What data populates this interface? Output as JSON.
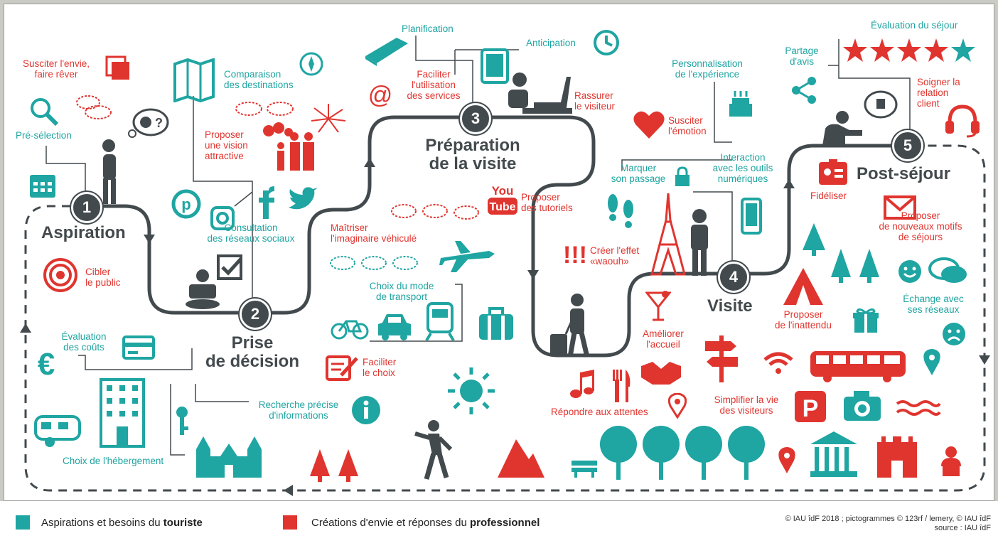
{
  "steps": [
    {
      "n": "1",
      "title": "Aspiration"
    },
    {
      "n": "2",
      "title": "Prise\nde décision"
    },
    {
      "n": "3",
      "title": "Préparation\nde la visite"
    },
    {
      "n": "4",
      "title": "Visite"
    },
    {
      "n": "5",
      "title": "Post-séjour"
    }
  ],
  "labels": {
    "susciter_envie": "Susciter l'envie,\nfaire rêver",
    "pre_selection": "Pré-sélection",
    "comparaison": "Comparaison\ndes destinations",
    "vision": "Proposer\nune vision\nattractive",
    "consultation": "Consultation\ndes réseaux sociaux",
    "cibler": "Cibler\nle public",
    "evaluation_couts": "Évaluation\ndes coûts",
    "choix_hebergement": "Choix de l'hébergement",
    "recherche": "Recherche précise\nd'informations",
    "faciliter_choix": "Faciliter\nle choix",
    "choix_transport": "Choix du mode\nde transport",
    "maitriser": "Maîtriser\nl'imaginaire véhiculé",
    "planification": "Planification",
    "anticipation": "Anticipation",
    "faciliter_services": "Faciliter\nl'utilisation\ndes services",
    "rassurer": "Rassurer\nle visiteur",
    "tutoriels": "Proposer\ndes tutoriels",
    "personnalisation": "Personnalisation\nde l'expérience",
    "susciter_emotion": "Susciter\nl'émotion",
    "marquer": "Marquer\nson passage",
    "interaction": "Interaction\navec les outils\nnumériques",
    "waouh": "Créer l'effet\n«waouh»",
    "ameliorer": "Améliorer\nl'accueil",
    "repondre": "Répondre aux attentes",
    "simplifier": "Simplifier la vie\ndes visiteurs",
    "evaluation_sejour": "Évaluation du séjour",
    "partage": "Partage\nd'avis",
    "soigner": "Soigner la\nrelation\nclient",
    "fideliser": "Fidéliser",
    "nouveaux_motifs": "Proposer\nde nouveaux motifs\nde séjours",
    "echange": "Échange avec\nses réseaux",
    "inattendu": "Proposer\nde l'inattendu",
    "youtube_top": "You",
    "youtube_bottom": "Tube",
    "exclam": "!!!",
    "unknown_glyph": "?"
  },
  "legend": {
    "tourist_prefix": "Aspirations et besoins du ",
    "tourist_bold": "touriste",
    "pro_prefix": "Créations d'envie et réponses du ",
    "pro_bold": "professionnel",
    "credit_line1": "© IAU îdF 2018 ; pictogrammes © 123rf / lemery, © IAU îdF",
    "credit_line2": "source : IAU îdF"
  },
  "colors": {
    "tourist": "#1fa5a2",
    "professional": "#e0352f",
    "path": "#434a4e"
  }
}
